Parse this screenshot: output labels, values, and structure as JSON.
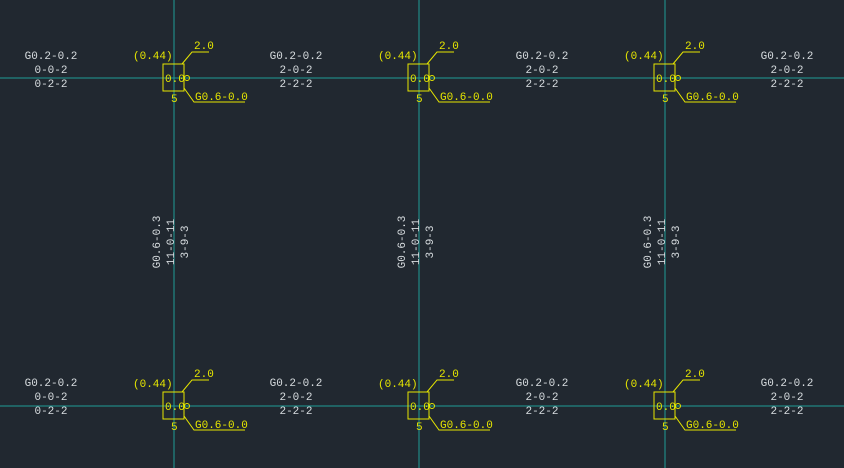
{
  "beam_h": {
    "left": [
      "G0.2-0.2",
      "0-0-2",
      "0-2-2"
    ],
    "middle": [
      "G0.2-0.2",
      "2-0-2",
      "2-2-2"
    ]
  },
  "beam_v": [
    "G0.6-0.3",
    "11-0-11",
    "3-9-3"
  ],
  "column": {
    "ratio": "(0.44)",
    "top": "2.0",
    "box": "0.0",
    "bottom": "5",
    "shear": "G0.6-0.0"
  }
}
